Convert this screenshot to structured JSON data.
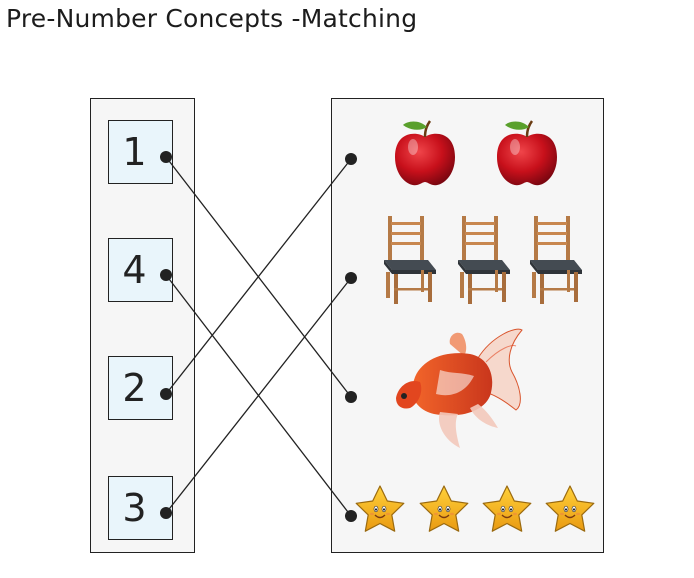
{
  "title": "Pre-Number Concepts -Matching",
  "numbers": [
    "1",
    "4",
    "2",
    "3"
  ],
  "rows": [
    {
      "item": "apple-icon",
      "count": 2
    },
    {
      "item": "chair-icon",
      "count": 3
    },
    {
      "item": "goldfish-icon",
      "count": 1
    },
    {
      "item": "smiling-star-icon",
      "count": 4
    }
  ],
  "matches": [
    {
      "number": "1",
      "to_row": 3
    },
    {
      "number": "4",
      "to_row": 4
    },
    {
      "number": "2",
      "to_row": 1
    },
    {
      "number": "3",
      "to_row": 2
    }
  ],
  "colors": {
    "number_box_fill": "#e9f5fb",
    "panel_fill": "#f6f6f6",
    "apple": "#c8101b",
    "star": "#f2b21b",
    "fish": "#e2461f"
  }
}
